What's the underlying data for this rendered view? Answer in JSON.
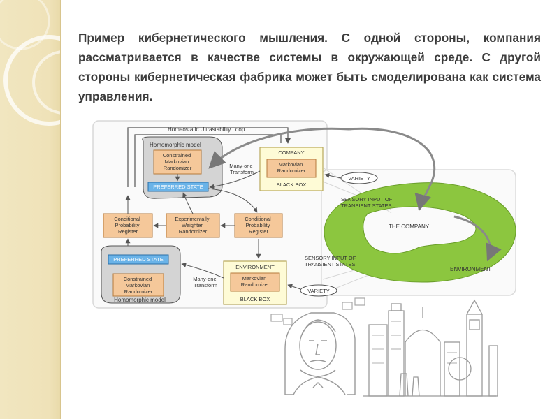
{
  "slide": {
    "text": "Пример кибернетического мышления. С одной стороны, компания рассматривается в качестве системы в окружающей среде. С другой стороны кибернетическая фабрика может быть смоделирована как система управления."
  },
  "diagram": {
    "loop_label": "Homeostatic Ultrastability Loop",
    "homomorphic_top": {
      "title": "Homomorphic model",
      "randomizer": [
        "Constrained",
        "Markovian",
        "Randomizer"
      ],
      "preferred": "PREFERRED STATE"
    },
    "homomorphic_bottom": {
      "title": "Homomorphic model",
      "randomizer": [
        "Constrained",
        "Markovian",
        "Randomizer"
      ],
      "preferred": "PREFERRED STATE"
    },
    "company_box": {
      "title": "COMPANY",
      "randomizer": [
        "Markovian",
        "Randomizer"
      ],
      "footer": "BLACK BOX"
    },
    "environment_box": {
      "title": "ENVIRONMENT",
      "randomizer": [
        "Markovian",
        "Randomizer"
      ],
      "footer": "BLACK BOX"
    },
    "many_one_top": [
      "Many-one",
      "Transform"
    ],
    "many_one_bottom": [
      "Many-one",
      "Transform"
    ],
    "cond_left": [
      "Conditional",
      "Probability",
      "Register"
    ],
    "cond_right": [
      "Conditional",
      "Probability",
      "Register"
    ],
    "experimental": [
      "Experimentally",
      "Weighter",
      "Randomizer"
    ],
    "variety_top": "VARIETY",
    "variety_bottom": "VARIETY",
    "sensory_top": [
      "SENSORY INPUT OF",
      "TRANSIENT STATES"
    ],
    "sensory_bottom": [
      "SENSORY INPUT OF",
      "TRANSIENT STATES"
    ],
    "the_company": "THE COMPANY",
    "environment": "ENVIRONMENT"
  },
  "colors": {
    "sidebar": "#efe2b8",
    "orange_box": "#f5c89a",
    "blue_box": "#6ab3e8",
    "yellow_box": "#fefbd6",
    "green": "#8cc63f",
    "gray_cloud": "#d4d4d4"
  },
  "illustration": {
    "portrait_icon": "person-portrait-sketch",
    "city_icon": "city-skyline-sketch"
  }
}
